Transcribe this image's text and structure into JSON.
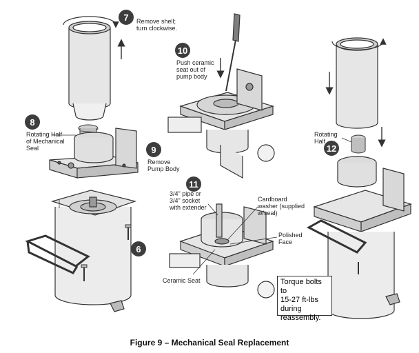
{
  "steps": [
    {
      "number": "6"
    },
    {
      "number": "7",
      "text": "Remove shell;\nturn clockwise."
    },
    {
      "number": "8",
      "text": "Rotating Half\nof Mechanical\nSeal"
    },
    {
      "number": "9",
      "text": "Remove\nPump Body"
    },
    {
      "number": "10",
      "text": "Push ceramic\nseat out of\npump body"
    },
    {
      "number": "11",
      "text": "3/4\" pipe or\n3/4\" socket\nwith extender"
    },
    {
      "number": "12",
      "text": "Rotating\nHalf"
    }
  ],
  "callouts": {
    "cardboard_washer": "Cardboard\nwasher (supplied\nw/seal)",
    "polished_face": "Polished\nFace",
    "ceramic_seat": "Ceramic Seat",
    "torque_note": "Torque bolts to\n15-27 ft-lbs\nduring\nreassembly."
  },
  "caption": "Figure 9 – Mechanical Seal Replacement",
  "colors": {
    "badge": "#3d3d3d",
    "line": "#333333",
    "fill_light": "#e6e6e6",
    "fill_mid": "#bfbfbf"
  }
}
